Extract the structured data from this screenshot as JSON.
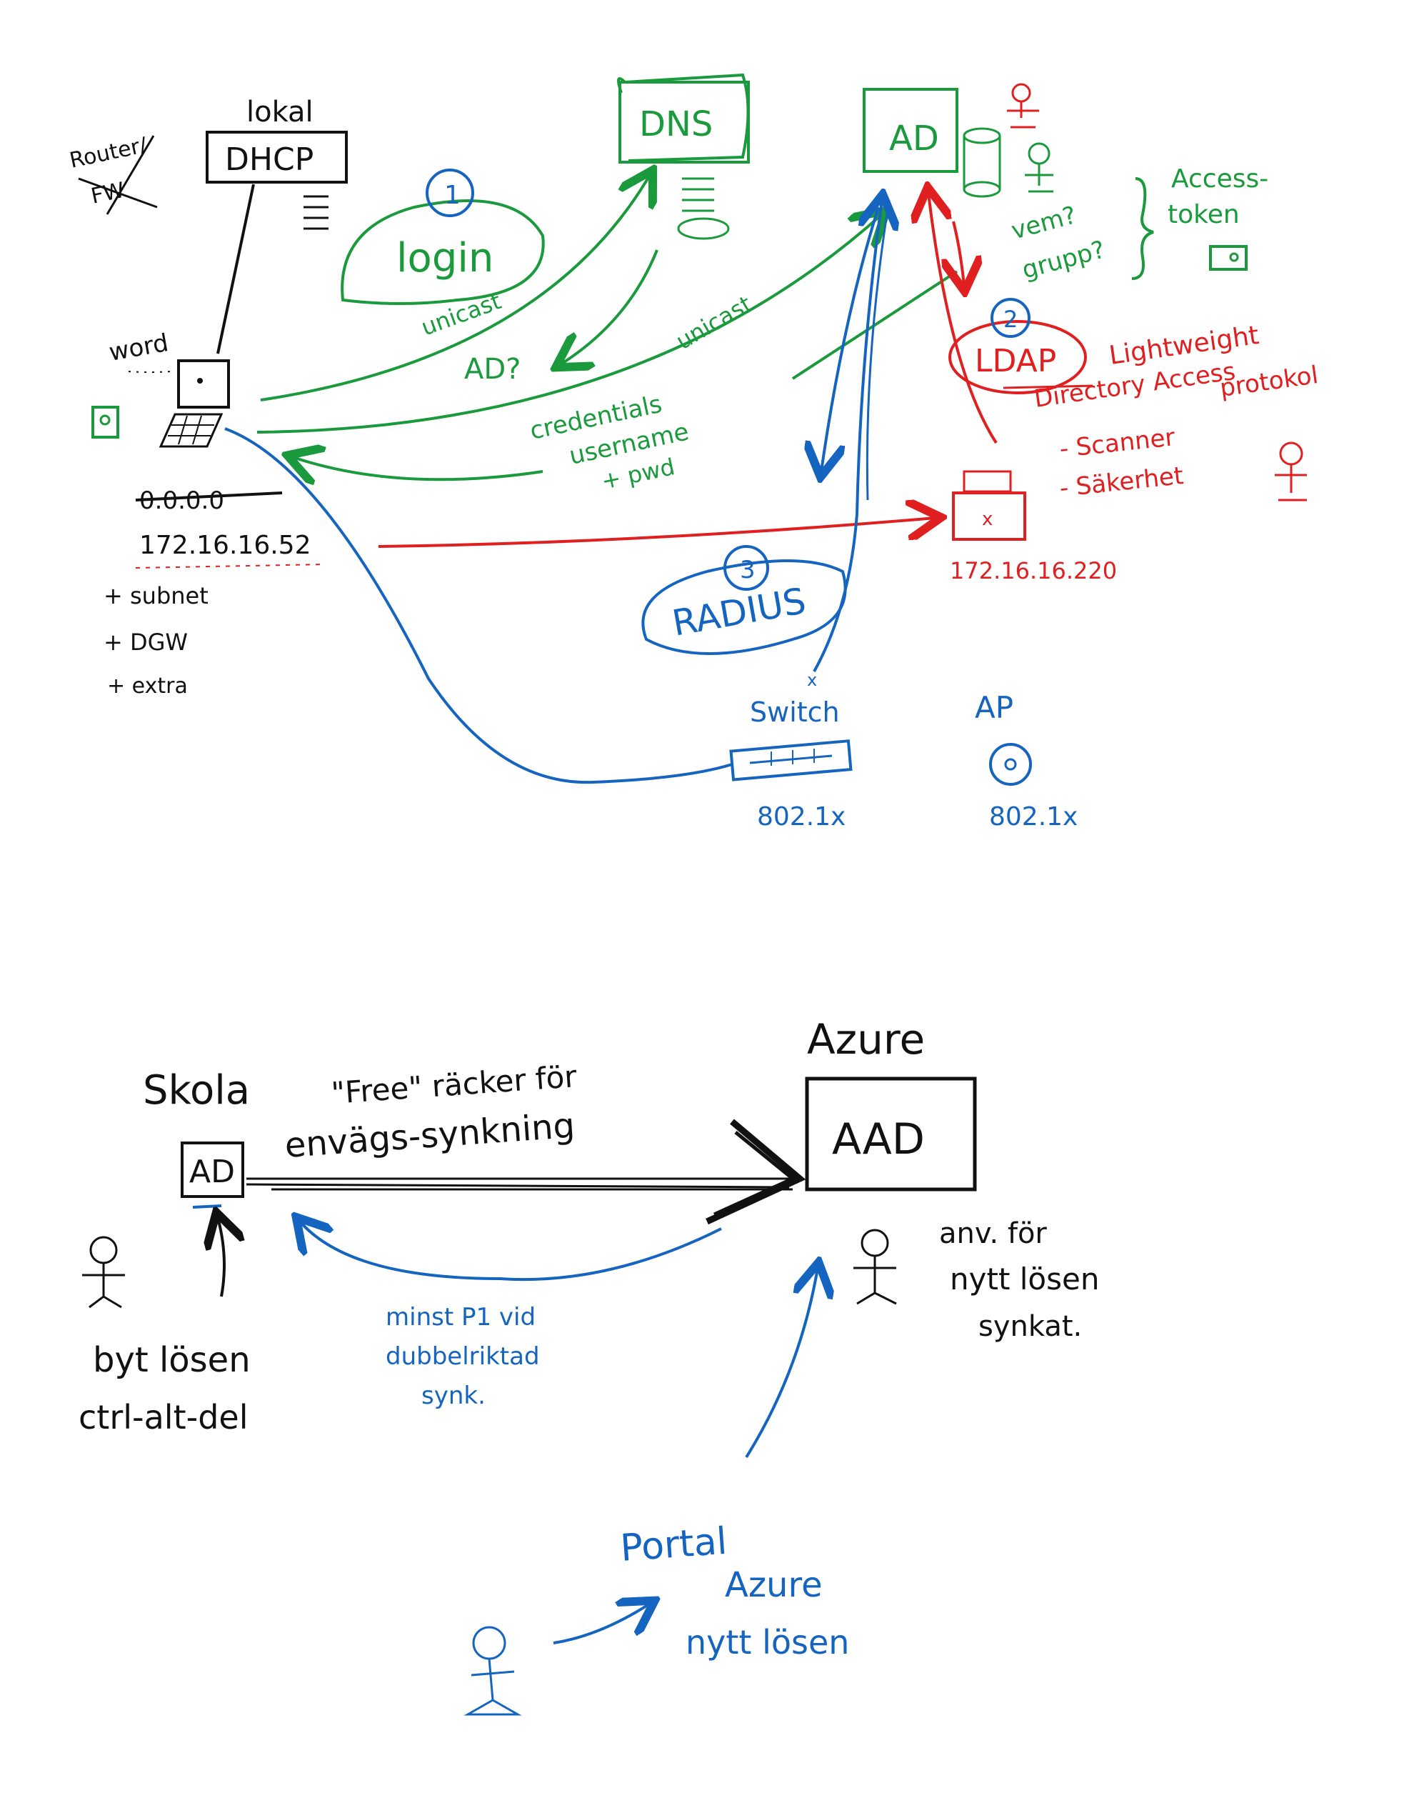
{
  "colors": {
    "black": "#111111",
    "green": "#1a9a3c",
    "blue": "#1565c0",
    "red": "#e02020"
  },
  "top": {
    "router_label": "Router/",
    "fw_label": "FW",
    "lokal_label": "lokal",
    "dhcp_label": "DHCP",
    "word_label": "word",
    "ip_zero": "0.0.0.0",
    "ip_client": "172.16.16.52",
    "subnet": "+ subnet",
    "dgw": "+ DGW",
    "extra": "+ extra",
    "dns_label": "DNS",
    "login_label": "login",
    "login_num": "1",
    "unicast_1": "unicast",
    "ad_question": "AD?",
    "unicast_2": "unicast",
    "credentials": "credentials",
    "username": "username",
    "pwd": "+ pwd",
    "ad_label": "AD",
    "vem": "vem?",
    "grupp": "grupp?",
    "access": "Access-",
    "token": "token",
    "ldap_num": "2",
    "ldap_label": "LDAP",
    "lightweight": "Lightweight",
    "directory_access": "Directory Access",
    "protokol": "protokol",
    "scanner": "- Scanner",
    "sakerhet": "- Säkerhet",
    "ip_printer": "172.16.16.220",
    "radius_num": "3",
    "radius_label": "RADIUS",
    "switch_label": "Switch",
    "ap_label": "AP",
    "dot1x_switch": "802.1x",
    "dot1x_ap": "802.1x"
  },
  "bottom": {
    "azure_label": "Azure",
    "skola_label": "Skola",
    "free_text": "\"Free\" räcker för",
    "envag_text": "envägs-synkning",
    "ad_label": "AD",
    "aad_label": "AAD",
    "byt_losen": "byt lösen",
    "ctrl_alt_del": "ctrl-alt-del",
    "minst_p1": "minst P1 vid",
    "dubbelriktad": "dubbelriktad",
    "synk": "synk.",
    "anv_for": "anv. för",
    "nytt_losen": "nytt lösen",
    "synkat": "synkat.",
    "portal": "Portal",
    "portal_azure": "Azure",
    "portal_nytt": "nytt lösen"
  }
}
